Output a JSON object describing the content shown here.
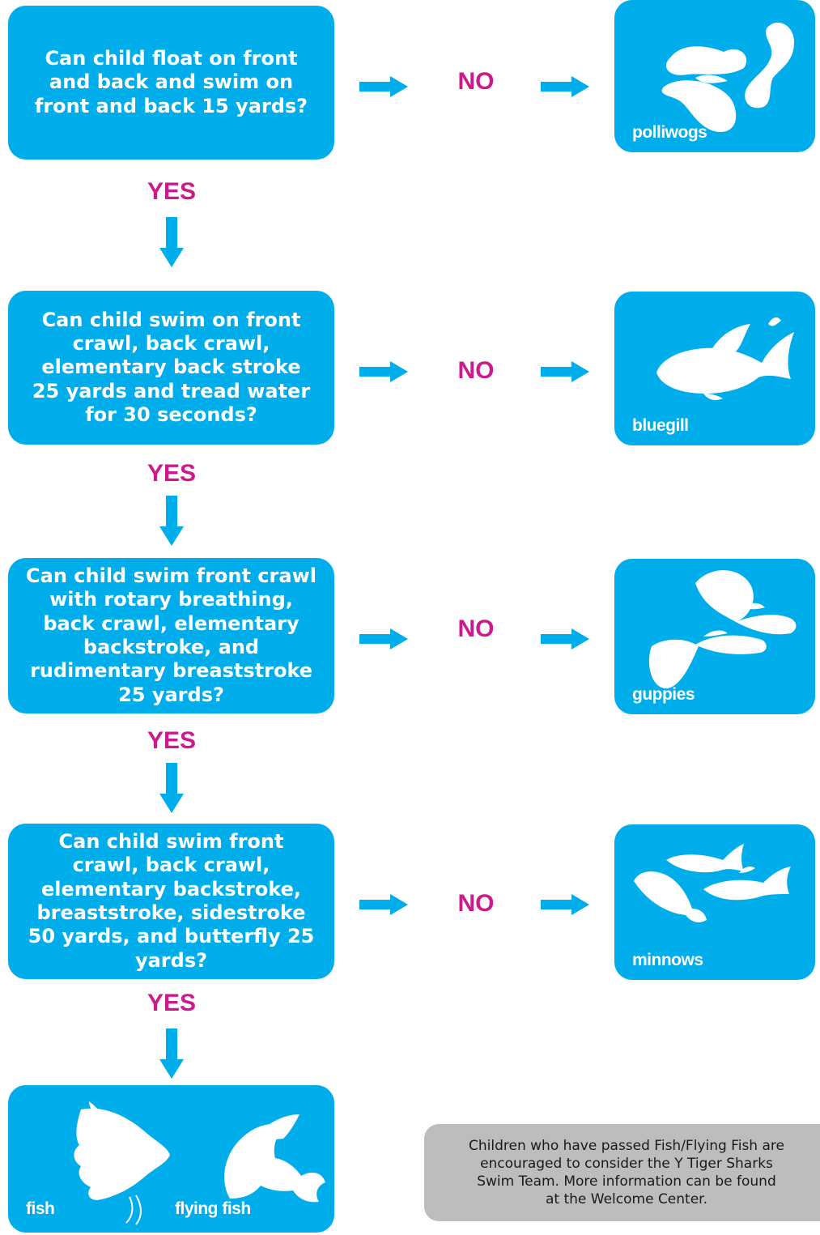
{
  "colors": {
    "box": "#00adeb",
    "answer": "#cc1a8a",
    "note_bg": "#bdbdbd"
  },
  "steps": [
    {
      "question": "Can child float on front and back and swim on front and back 15 yards?",
      "no_label": "NO",
      "yes_label": "YES",
      "result": {
        "label": "polliwogs",
        "icon": "tadpoles-icon"
      }
    },
    {
      "question": "Can child swim on front crawl, back crawl, elementary back stroke 25 yards and tread water for 30 seconds?",
      "no_label": "NO",
      "yes_label": "YES",
      "result": {
        "label": "bluegill",
        "icon": "bluegill-icon"
      }
    },
    {
      "question": "Can child swim front crawl with rotary breathing, back crawl, elementary backstroke, and rudimentary breaststroke 25 yards?",
      "no_label": "NO",
      "yes_label": "YES",
      "result": {
        "label": "guppies",
        "icon": "guppies-icon"
      }
    },
    {
      "question": "Can child swim front crawl, back crawl, elementary backstroke, breaststroke, sidestroke 50 yards, and butterfly 25 yards?",
      "no_label": "NO",
      "yes_label": "YES",
      "result": {
        "label": "minnows",
        "icon": "minnows-icon"
      }
    }
  ],
  "final": {
    "labels": [
      "fish",
      "flying fish"
    ],
    "icons": [
      "angelfish-icon",
      "flying-fish-icon"
    ]
  },
  "note": "Children who have passed Fish/Flying Fish are\nencouraged to consider the Y Tiger Sharks\nSwim Team. More information can be found\nat the Welcome Center."
}
